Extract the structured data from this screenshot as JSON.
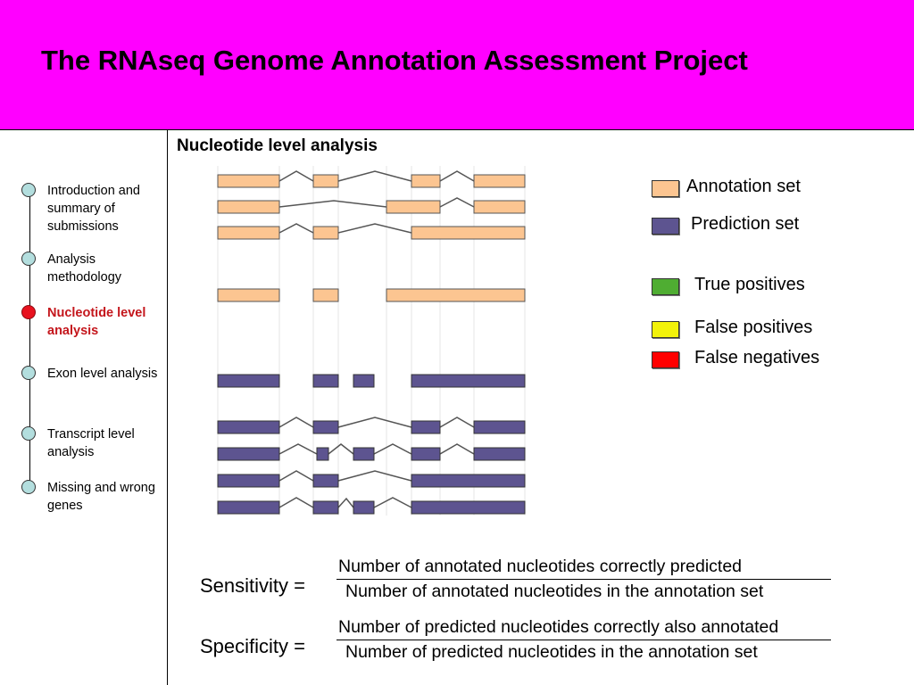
{
  "header": {
    "title": "The RNAseq Genome Annotation Assessment Project",
    "background_color": "#ff00ff"
  },
  "sidebar": {
    "items": [
      {
        "label": "Introduction and summary of submissions",
        "active": false
      },
      {
        "label": "Analysis methodology",
        "active": false
      },
      {
        "label": "Nucleotide level analysis",
        "active": true
      },
      {
        "label": "Exon level analysis",
        "active": false
      },
      {
        "label": "Transcript level analysis",
        "active": false
      },
      {
        "label": "Missing and wrong genes",
        "active": false
      }
    ]
  },
  "main": {
    "section_title": "Nucleotide level analysis"
  },
  "legend": [
    {
      "label": "Annotation set",
      "color": "#fcc591"
    },
    {
      "label": "Prediction set",
      "color": "#5d5490"
    },
    {
      "label": "True positives",
      "color": "#4fad32"
    },
    {
      "label": "False positives",
      "color": "#f2f20a"
    },
    {
      "label": "False negatives",
      "color": "#ff0000"
    }
  ],
  "colors": {
    "annotation_fill": "#fcc591",
    "prediction_fill": "#5d5490",
    "true_positive": "#4fad32",
    "false_positive": "#f2f20a",
    "false_negative": "#ff0000"
  },
  "formulas": [
    {
      "label": "Sensitivity =",
      "numerator": "Number of annotated nucleotides correctly predicted",
      "denominator": "Number of annotated nucleotides in the annotation set"
    },
    {
      "label": "Specificity =",
      "numerator": "Number of predicted nucleotides correctly also annotated",
      "denominator": "Number of predicted nucleotides in the annotation set"
    }
  ]
}
